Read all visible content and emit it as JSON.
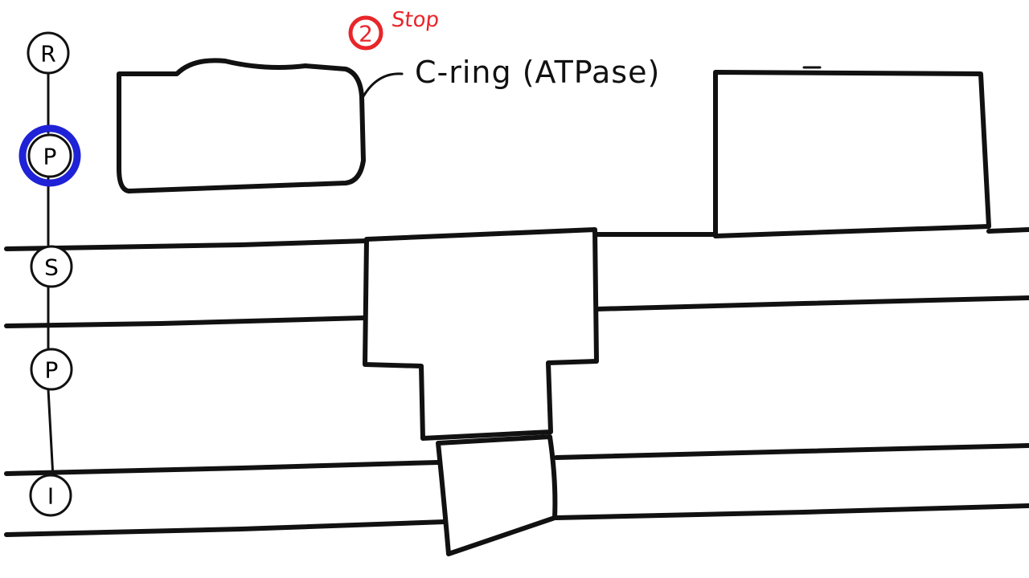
{
  "nodes": [
    {
      "letter": "R",
      "highlighted": false
    },
    {
      "letter": "P",
      "highlighted": true
    },
    {
      "letter": "S",
      "highlighted": false
    },
    {
      "letter": "P",
      "highlighted": false
    },
    {
      "letter": "I",
      "highlighted": false
    }
  ],
  "annotations": {
    "stop_number": "2",
    "stop_text": "Stop",
    "cring_text": "C-ring (ATPase)"
  },
  "colors": {
    "ink": "#111111",
    "highlight": "#1f22d6",
    "annotation": "#e8262a",
    "background": "#ffffff"
  }
}
